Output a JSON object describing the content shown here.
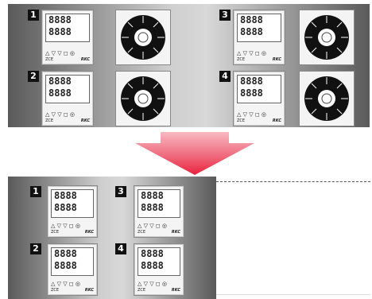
{
  "panels": {
    "top": {
      "units": [
        {
          "label": "1",
          "digits_top": "8888",
          "digits_bottom": "8888",
          "keys": "△ ▽ ▽ ◻ ◎",
          "model": "ZCE",
          "brand": "RKC"
        },
        {
          "label": "2",
          "digits_top": "8888",
          "digits_bottom": "8888",
          "keys": "△ ▽ ▽ ◻ ◎",
          "model": "ZCE",
          "brand": "RKC"
        },
        {
          "label": "3",
          "digits_top": "8888",
          "digits_bottom": "8888",
          "keys": "△ ▽ ▽ ◻ ◎",
          "model": "ZCE",
          "brand": "RKC"
        },
        {
          "label": "4",
          "digits_top": "8888",
          "digits_bottom": "8888",
          "keys": "△ ▽ ▽ ◻ ◎",
          "model": "ZCE",
          "brand": "RKC"
        }
      ]
    },
    "bottom": {
      "units": [
        {
          "label": "1",
          "digits_top": "8888",
          "digits_bottom": "8888",
          "keys": "△ ▽ ▽ ◻ ◎",
          "model": "ZCE",
          "brand": "RKC"
        },
        {
          "label": "2",
          "digits_top": "8888",
          "digits_bottom": "8888",
          "keys": "△ ▽ ▽ ◻ ◎",
          "model": "ZCE",
          "brand": "RKC"
        },
        {
          "label": "3",
          "digits_top": "8888",
          "digits_bottom": "8888",
          "keys": "△ ▽ ▽ ◻ ◎",
          "model": "ZCE",
          "brand": "RKC"
        },
        {
          "label": "4",
          "digits_top": "8888",
          "digits_bottom": "8888",
          "keys": "△ ▽ ▽ ◻ ◎",
          "model": "ZCE",
          "brand": "RKC"
        }
      ]
    }
  },
  "colors": {
    "arrow": "#e8233c",
    "arrow_fade": "#f7b9c2",
    "label_bg": "#111111"
  },
  "icons": {
    "arrow": "down-arrow-icon",
    "dial": "rotary-dial-icon"
  }
}
